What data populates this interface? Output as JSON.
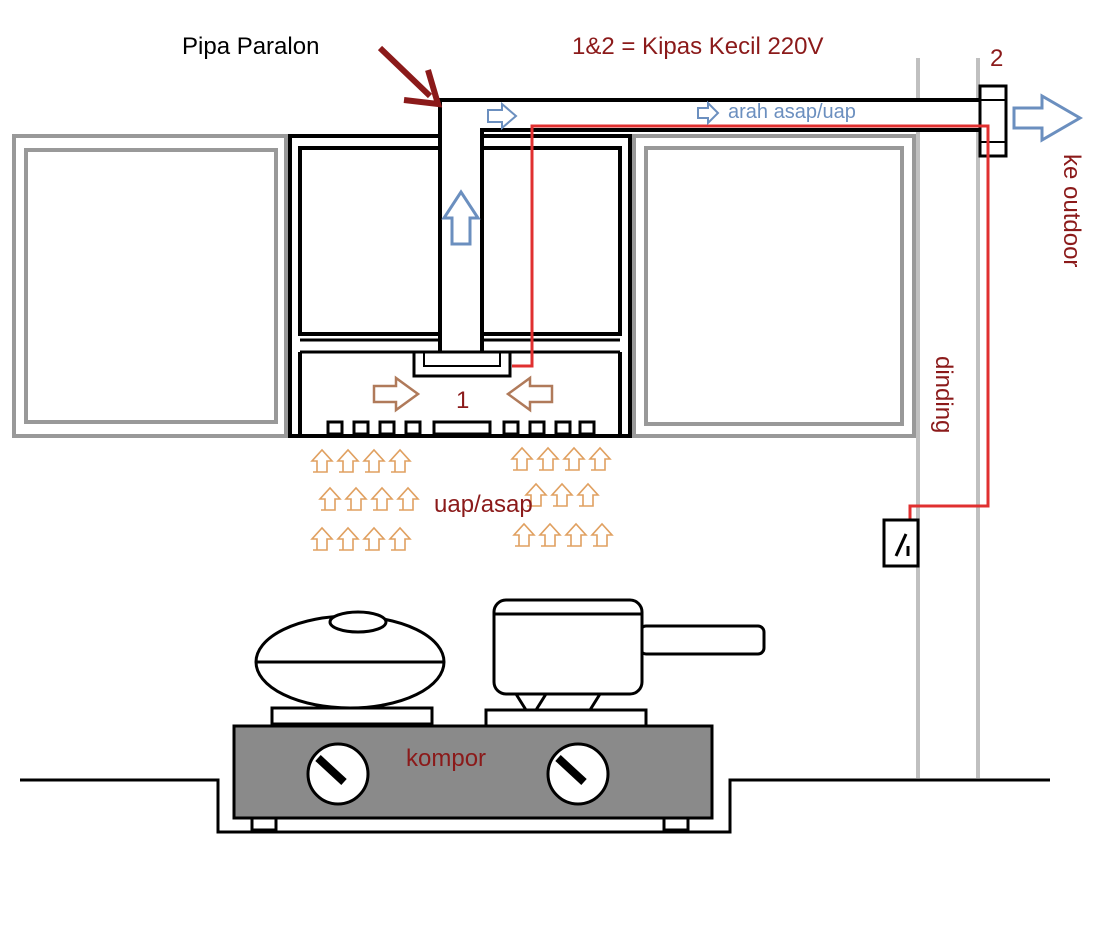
{
  "labels": {
    "pipe": "Pipa Paralon",
    "legend": "1&2 = Kipas Kecil 220V",
    "fan1": "1",
    "fan2": "2",
    "airflow": "arah asap/uap",
    "outdoor": "ke outdoor",
    "wall": "dinding",
    "steam": "uap/asap",
    "stove": "kompor"
  },
  "colors": {
    "dark_red": "#8b1a1a",
    "wire_red": "#e03030",
    "flow_blue": "#6b8fbf",
    "intake_brown": "#b07a5a",
    "steam_orange": "#e0a060",
    "cabinet_grey": "#999999",
    "wall_grey": "#c0c0c0",
    "stove_grey": "#8a8a8a"
  },
  "icons": {
    "pipe_pointer": "red-arrow-icon",
    "flow": "hollow-arrow-icon",
    "switch": "wall-switch-icon",
    "knob": "stove-knob-icon"
  }
}
